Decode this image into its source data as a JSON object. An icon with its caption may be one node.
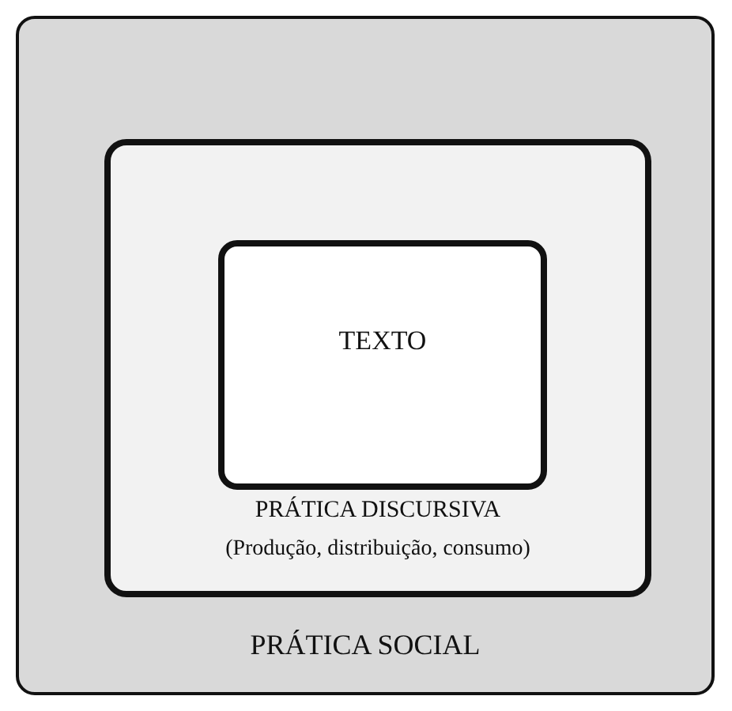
{
  "diagram": {
    "nodes": [
      {
        "text": [
          "PRÁTICA SOCIAL"
        ]
      },
      {
        "text": [
          "PRÁTICA DISCURSIVA",
          "(Produção, distribuição, consumo)"
        ],
        "in": 0
      },
      {
        "text": [
          "TEXTO"
        ],
        "in": 1
      }
    ]
  }
}
